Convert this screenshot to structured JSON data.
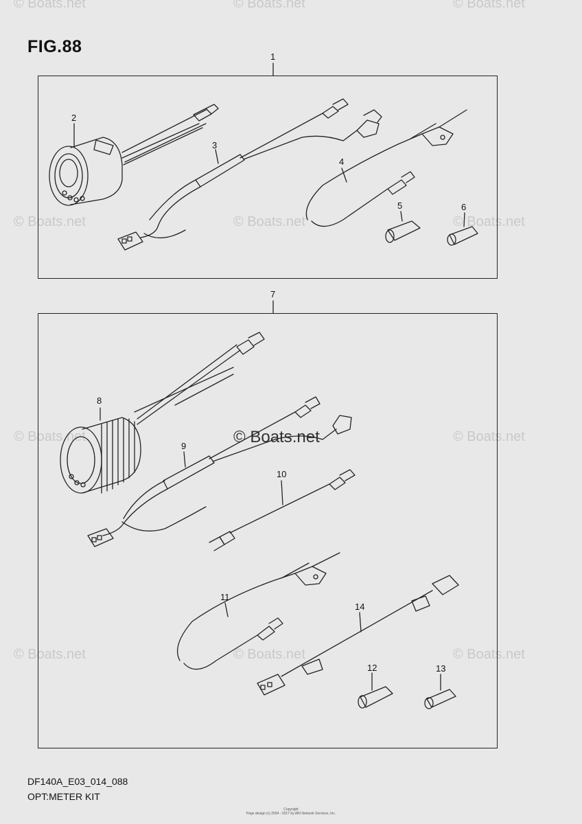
{
  "figure": {
    "title": "FIG.88",
    "code": "DF140A_E03_014_088",
    "name": "OPT:METER KIT"
  },
  "watermark_text": "© Boats.net",
  "center_watermark": "© Boats.net",
  "copyright": {
    "line1": "Copyright",
    "line2": "Page design (c) 2004 - 2017 by ARI Network Services, Inc."
  },
  "callouts": {
    "c1": "1",
    "c2": "2",
    "c3": "3",
    "c4": "4",
    "c5": "5",
    "c6": "6",
    "c7": "7",
    "c8": "8",
    "c9": "9",
    "c10": "10",
    "c11": "11",
    "c12": "12",
    "c13": "13",
    "c14": "14"
  },
  "colors": {
    "background": "#e8e8e8",
    "line": "#222222",
    "watermark": "#c9c9c9"
  }
}
